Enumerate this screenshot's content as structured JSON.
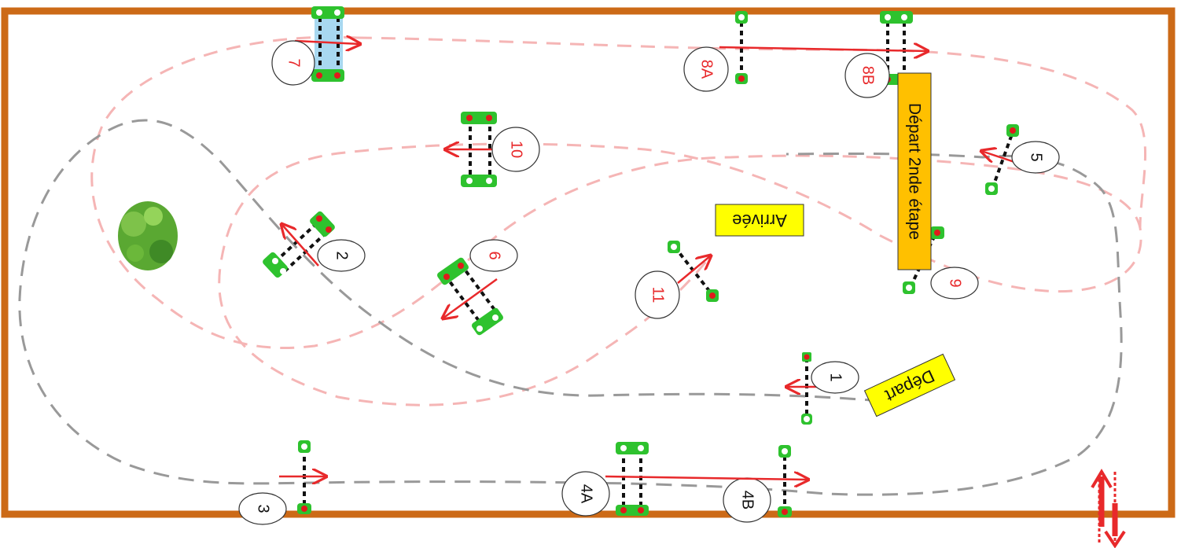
{
  "colors": {
    "border": "#cc6a17",
    "route_stage1": "#999999",
    "route_stage2": "#f5b5b5",
    "arrow": "#e8292b",
    "pole_green": "#2ec22e",
    "pole_red": "#e01b1b",
    "sign_yellow": "#ffff00",
    "sign_orange": "#ffc000",
    "water_blue": "#a8d8f0",
    "tree_green": "#5aa832"
  },
  "icons": {
    "tree": "tree-icon",
    "entrance": "entrance-arrows-icon"
  },
  "jumps": {
    "j1": "1",
    "j2": "2",
    "j3": "3",
    "j4a": "4A",
    "j4b": "4B",
    "j5": "5",
    "j6": "6",
    "j7": "7",
    "j8a": "8A",
    "j8b": "8B",
    "j9": "9",
    "j10": "10",
    "j11": "11"
  },
  "signs": {
    "depart": "Départ",
    "arrivee": "Arrivée",
    "depart2": "Départ 2nde étape"
  }
}
